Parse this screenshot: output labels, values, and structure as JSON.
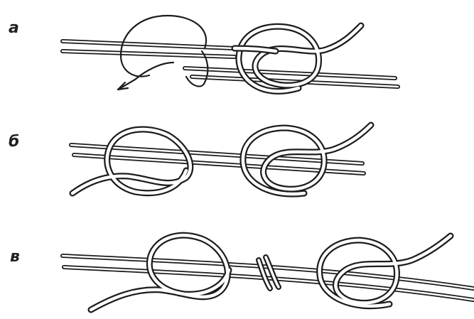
{
  "figure": {
    "steps": [
      {
        "label": "а"
      },
      {
        "label": "б"
      },
      {
        "label": "в"
      }
    ],
    "colors": {
      "ink": "#1c1c1c",
      "rope_fill": "#ffffff",
      "background": "#ffffff"
    }
  }
}
